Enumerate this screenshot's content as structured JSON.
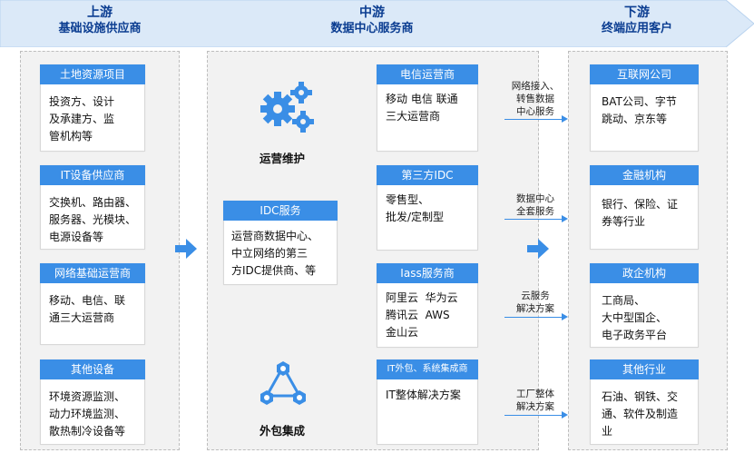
{
  "header": {
    "upstream": {
      "title": "上游",
      "subtitle": "基础设施供应商"
    },
    "midstream": {
      "title": "中游",
      "subtitle": "数据中心服务商"
    },
    "downstream": {
      "title": "下游",
      "subtitle": "终端应用客户"
    }
  },
  "upstream": [
    {
      "title": "土地资源项目",
      "lines": [
        "投资方、设计",
        "及承建方、监",
        "管机构等"
      ]
    },
    {
      "title": "IT设备供应商",
      "lines": [
        "交换机、路由器、",
        "服务器、光模块、",
        "电源设备等"
      ]
    },
    {
      "title": "网络基础运营商",
      "lines": [
        "移动、电信、联",
        "通三大运营商"
      ]
    },
    {
      "title": "其他设备",
      "lines": [
        "环境资源监测、",
        "动力环境监测、",
        "散热制冷设备等"
      ]
    }
  ],
  "midstream": {
    "ops_label": "运营维护",
    "outsource_label": "外包集成",
    "idc": {
      "title": "IDC服务",
      "lines": [
        "运营商数据中心、",
        "中立网络的第三",
        "方IDC提供商、等"
      ]
    },
    "services": [
      {
        "title": "电信运营商",
        "lines": [
          "移动 电信 联通",
          "三大运营商"
        ]
      },
      {
        "title": "第三方IDC",
        "lines": [
          "零售型、",
          "批发/定制型"
        ]
      },
      {
        "title": "Iass服务商",
        "lines": [
          "阿里云  华为云",
          "腾讯云  AWS",
          "金山云"
        ]
      },
      {
        "title": "IT外包、系统集成商",
        "lines": [
          "IT整体解决方案"
        ]
      }
    ]
  },
  "arrows": [
    [
      "网络接入、",
      "转售数据",
      "中心服务"
    ],
    [
      "数据中心",
      "全套服务"
    ],
    [
      "云服务",
      "解决方案"
    ],
    [
      "工厂整体",
      "解决方案"
    ]
  ],
  "downstream": [
    {
      "title": "互联网公司",
      "lines": [
        "BAT公司、字节",
        "跳动、京东等"
      ]
    },
    {
      "title": "金融机构",
      "lines": [
        "银行、保险、证",
        "券等行业"
      ]
    },
    {
      "title": "政企机构",
      "lines": [
        "工商局、",
        "大中型国企、",
        "电子政务平台"
      ]
    },
    {
      "title": "其他行业",
      "lines": [
        "石油、钢铁、交",
        "通、软件及制造",
        "业"
      ]
    }
  ],
  "colors": {
    "accent": "#3a8ee6",
    "banner": "#dbe9f8",
    "header_text": "#0b3d91",
    "panel": "#f2f2f2"
  }
}
